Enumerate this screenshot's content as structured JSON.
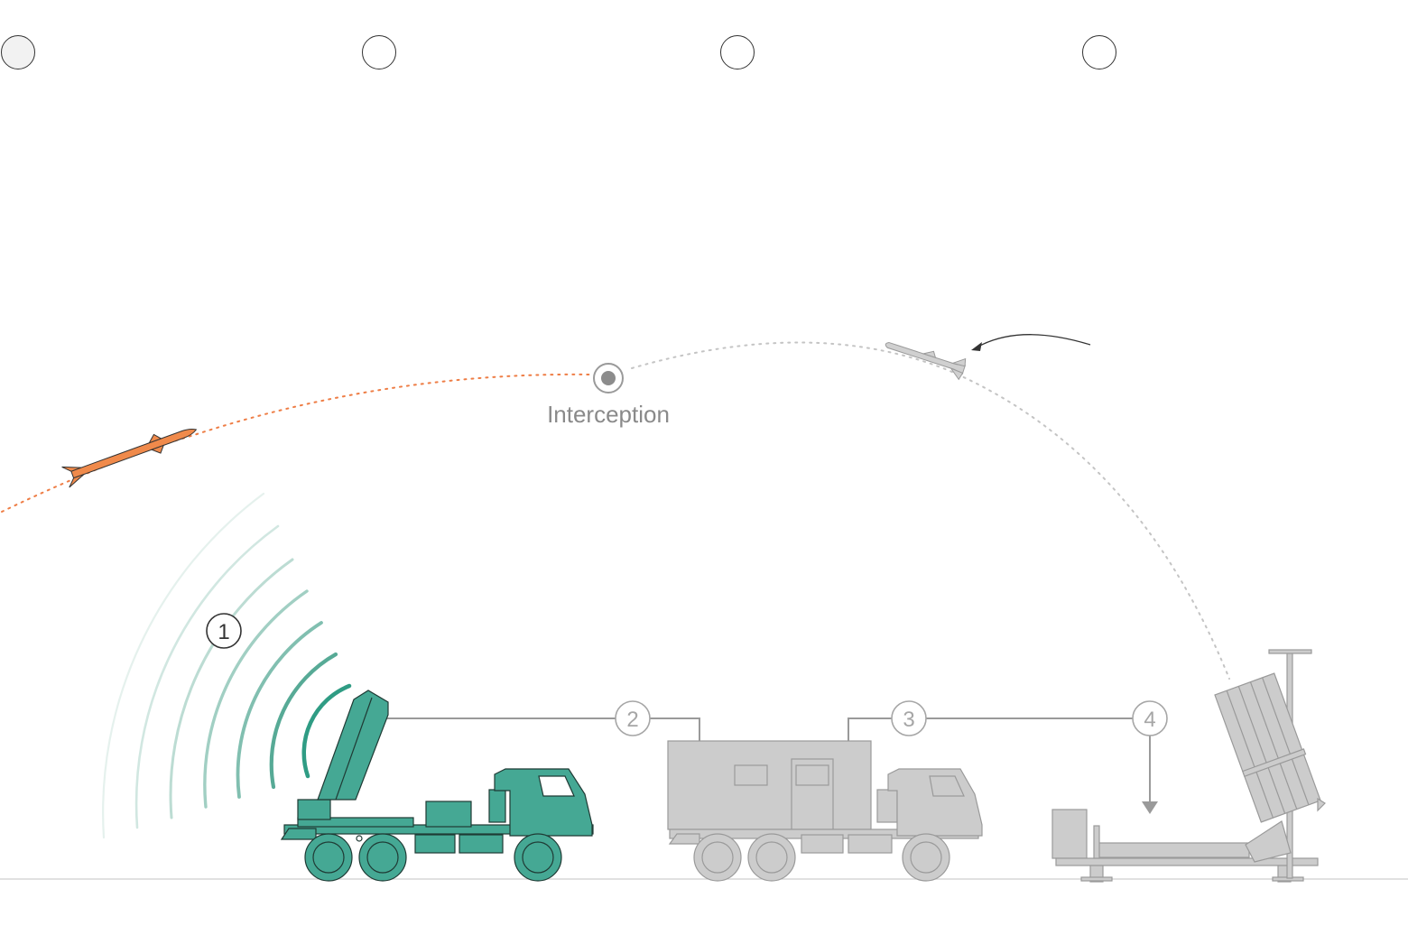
{
  "navigation": {
    "steps": [
      {
        "id": "step-1",
        "active": true
      },
      {
        "id": "step-2",
        "active": false
      },
      {
        "id": "step-3",
        "active": false
      },
      {
        "id": "step-4",
        "active": false
      }
    ]
  },
  "diagram": {
    "interception_label": "Interception",
    "step_badges": [
      "1",
      "2",
      "3",
      "4"
    ],
    "colors": {
      "radar_truck": "#45a894",
      "inactive_vehicle": "#cccccc",
      "incoming_rocket": "#f08a4b",
      "incoming_trajectory": "#ee7d45",
      "interceptor_trajectory": "#bfbfbf",
      "connector": "#9a9a9a",
      "badge_active": "#333333",
      "badge_inactive": "#a6a6a6"
    },
    "icons": [
      "radar-truck-icon",
      "control-center-truck-icon",
      "launcher-icon",
      "rocket-icon",
      "interceptor-missile-icon"
    ]
  }
}
